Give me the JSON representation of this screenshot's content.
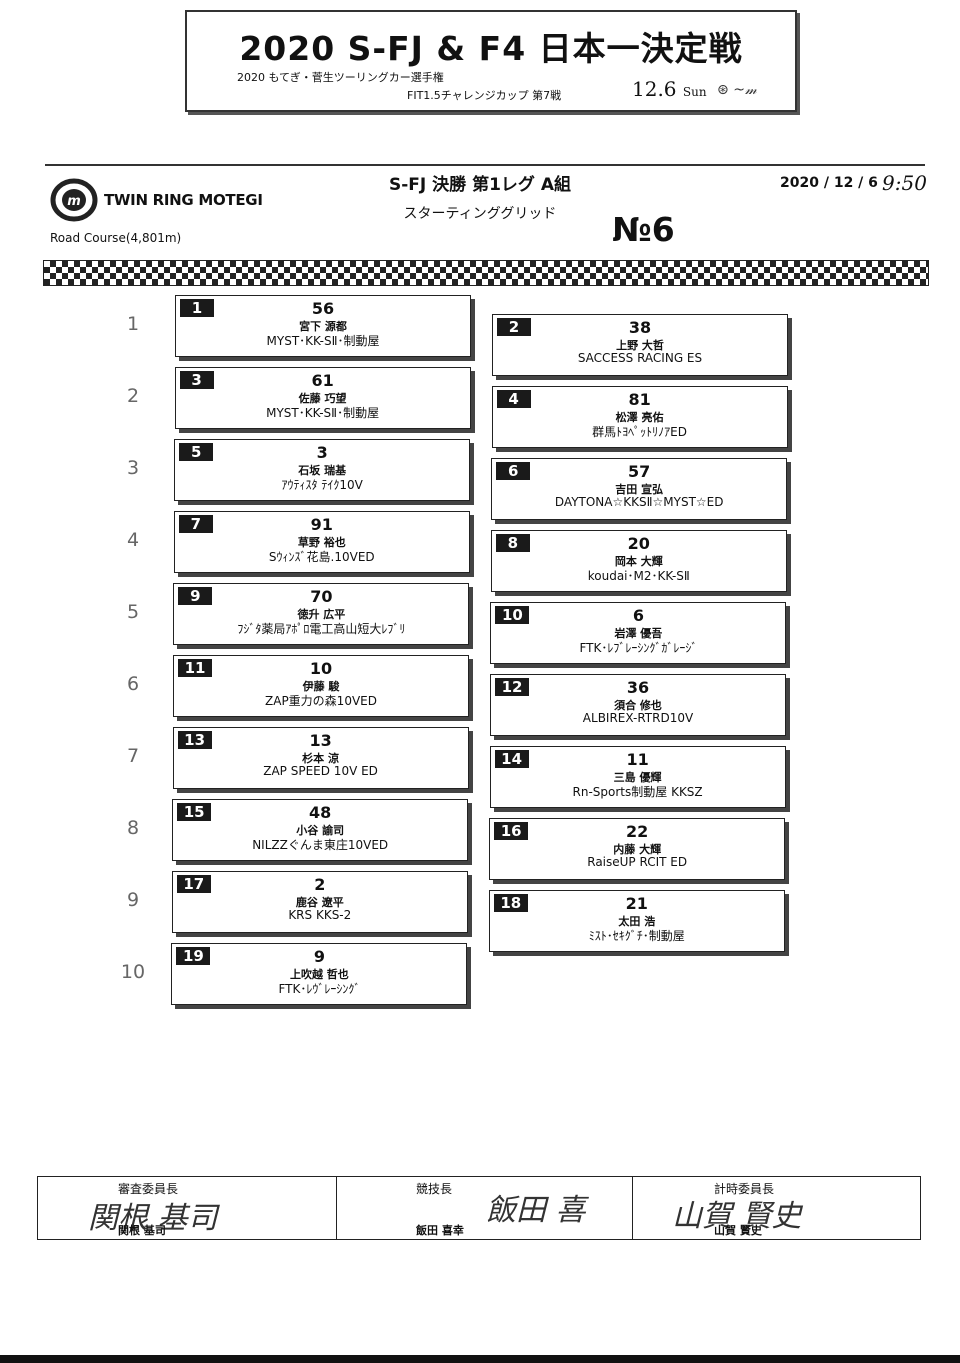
{
  "header": {
    "title": "2020 S-FJ & F4 日本一決定戦",
    "subtitle1": "2020 もてぎ・菅生ツーリングカー選手権",
    "subtitle2": "FIT1.5チャレンジカップ 第7戦",
    "date_main": "12.6",
    "date_day": "Sun"
  },
  "circuit": {
    "name": "TWIN RING MOTEGI",
    "course": "Road Course(4,801m)"
  },
  "race": {
    "title": "S-FJ 決勝 第1レグ A組",
    "subtitle": "スターティンググリッド",
    "doc_no": "№6",
    "date": "2020 / 12 / 6",
    "time_handwritten": "9:50"
  },
  "rows": [
    "1",
    "2",
    "3",
    "4",
    "5",
    "6",
    "7",
    "8",
    "9",
    "10"
  ],
  "grid": [
    {
      "pos": "1",
      "car": "56",
      "driver": "宮下 源都",
      "team": "MYST･KK-SⅡ･制動屋"
    },
    {
      "pos": "2",
      "car": "38",
      "driver": "上野 大哲",
      "team": "SACCESS RACING ES"
    },
    {
      "pos": "3",
      "car": "61",
      "driver": "佐藤 巧望",
      "team": "MYST･KK-SⅡ･制動屋"
    },
    {
      "pos": "4",
      "car": "81",
      "driver": "松澤 亮佑",
      "team": "群馬ﾄﾖﾍﾟｯﾄﾘﾉｱED"
    },
    {
      "pos": "5",
      "car": "3",
      "driver": "石坂 瑞基",
      "team": "ｱｳﾃｨｽﾀ ﾃｲｸ10V"
    },
    {
      "pos": "6",
      "car": "57",
      "driver": "吉田 宣弘",
      "team": "DAYTONA☆KKSⅡ☆MYST☆ED"
    },
    {
      "pos": "7",
      "car": "91",
      "driver": "草野 裕也",
      "team": "Sｳｨﾝｽﾞ花島.10VED"
    },
    {
      "pos": "8",
      "car": "20",
      "driver": "岡本 大輝",
      "team": "koudai･M2･KK-SⅡ"
    },
    {
      "pos": "9",
      "car": "70",
      "driver": "徳升 広平",
      "team": "ﾌｼﾞﾀ薬局ｱﾎﾟﾛ電工高山短大ﾚﾌﾞﾘ"
    },
    {
      "pos": "10",
      "car": "6",
      "driver": "岩澤 優吾",
      "team": "FTK･ﾚﾌﾞﾚｰｼﾝｸﾞｶﾞﾚｰｼﾞ"
    },
    {
      "pos": "11",
      "car": "10",
      "driver": "伊藤 駿",
      "team": "ZAP重力の森10VED"
    },
    {
      "pos": "12",
      "car": "36",
      "driver": "須合 修也",
      "team": "ALBIREX-RTRD10V"
    },
    {
      "pos": "13",
      "car": "13",
      "driver": "杉本 涼",
      "team": "ZAP SPEED 10V ED"
    },
    {
      "pos": "14",
      "car": "11",
      "driver": "三島 優輝",
      "team": "Rn-Sports制動屋 KKSZ"
    },
    {
      "pos": "15",
      "car": "48",
      "driver": "小谷 諭司",
      "team": "NILZZぐんま東庄10VED"
    },
    {
      "pos": "16",
      "car": "22",
      "driver": "内藤 大輝",
      "team": "RaiseUP RCIT ED"
    },
    {
      "pos": "17",
      "car": "2",
      "driver": "鹿谷 遼平",
      "team": "KRS KKS-2"
    },
    {
      "pos": "18",
      "car": "21",
      "driver": "太田 浩",
      "team": "ﾐｽﾄ･ｾｷｸﾞﾁ･制動屋"
    },
    {
      "pos": "19",
      "car": "9",
      "driver": "上吹越 哲也",
      "team": "FTK･ﾚｳﾞﾚｰｼﾝｸﾞ"
    }
  ],
  "signatures": [
    {
      "role": "審査委員長",
      "name": "関根 基司",
      "hand": "関根 基司"
    },
    {
      "role": "競技長",
      "name": "飯田 喜幸",
      "hand": "飯田 喜"
    },
    {
      "role": "計時委員長",
      "name": "山賀 賢史",
      "hand": "山賀 賢史"
    }
  ]
}
